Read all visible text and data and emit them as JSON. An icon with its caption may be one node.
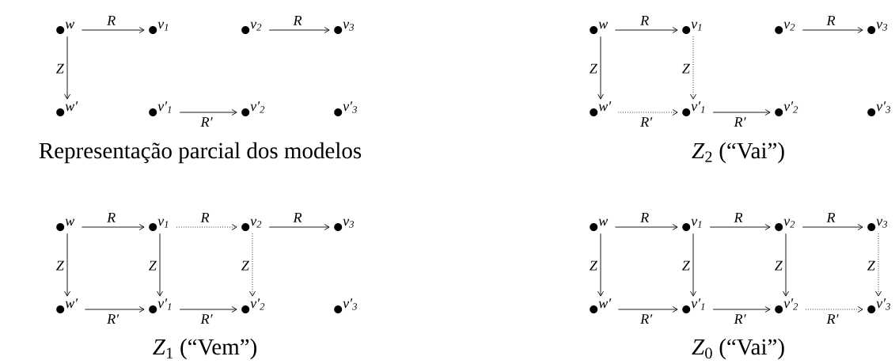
{
  "diagram": {
    "nodes": [
      {
        "text": [
          "w"
        ]
      },
      {
        "text": [
          "v$_{1}$"
        ]
      },
      {
        "text": [
          "v$_{2}$"
        ]
      },
      {
        "text": [
          "v$_{3}$"
        ]
      },
      {
        "text": [
          "w′"
        ]
      },
      {
        "text": [
          "v′$_{1}$"
        ]
      },
      {
        "text": [
          "v′$_{2}$"
        ]
      },
      {
        "text": [
          "v′$_{3}$"
        ]
      },
      {
        "text": [
          "w"
        ]
      },
      {
        "text": [
          "v$_{1}$"
        ]
      },
      {
        "text": [
          "v$_{2}$"
        ]
      },
      {
        "text": [
          "v$_{3}$"
        ]
      },
      {
        "text": [
          "w′"
        ]
      },
      {
        "text": [
          "v′$_{1}$"
        ]
      },
      {
        "text": [
          "v′$_{2}$"
        ]
      },
      {
        "text": [
          "v′$_{3}$"
        ]
      },
      {
        "text": [
          "w"
        ]
      },
      {
        "text": [
          "v$_{1}$"
        ]
      },
      {
        "text": [
          "v$_{2}$"
        ]
      },
      {
        "text": [
          "v$_{3}$"
        ]
      },
      {
        "text": [
          "w′"
        ]
      },
      {
        "text": [
          "v′$_{1}$"
        ]
      },
      {
        "text": [
          "v′$_{2}$"
        ]
      },
      {
        "text": [
          "v′$_{3}$"
        ]
      },
      {
        "text": [
          "w"
        ]
      },
      {
        "text": [
          "v$_{1}$"
        ]
      },
      {
        "text": [
          "v$_{2}$"
        ]
      },
      {
        "text": [
          "v$_{3}$"
        ]
      },
      {
        "text": [
          "w′"
        ]
      },
      {
        "text": [
          "v′$_{1}$"
        ]
      },
      {
        "text": [
          "v′$_{2}$"
        ]
      },
      {
        "text": [
          "v′$_{3}$"
        ]
      }
    ],
    "edges": [
      {
        "from": 0,
        "to": 1,
        "arrow": "to",
        "label": "R"
      },
      {
        "from": 2,
        "to": 3,
        "arrow": "to",
        "label": "R"
      },
      {
        "from": 0,
        "to": 4,
        "arrow": "to",
        "label": "Z"
      },
      {
        "from": 5,
        "to": 6,
        "arrow": "to",
        "label": "R′"
      },
      {
        "from": 8,
        "to": 9,
        "arrow": "to",
        "label": "R"
      },
      {
        "from": 10,
        "to": 11,
        "arrow": "to",
        "label": "R"
      },
      {
        "from": 8,
        "to": 12,
        "arrow": "to",
        "label": "Z"
      },
      {
        "from": 9,
        "to": 13,
        "arrow": "to",
        "label": "Z",
        "style": "dashed"
      },
      {
        "from": 12,
        "to": 13,
        "arrow": "to",
        "label": "R′",
        "style": "dashed"
      },
      {
        "from": 13,
        "to": 14,
        "arrow": "to",
        "label": "R′"
      },
      {
        "from": 16,
        "to": 17,
        "arrow": "to",
        "label": "R"
      },
      {
        "from": 17,
        "to": 18,
        "arrow": "to",
        "label": "R",
        "style": "dashed"
      },
      {
        "from": 18,
        "to": 19,
        "arrow": "to",
        "label": "R"
      },
      {
        "from": 16,
        "to": 20,
        "arrow": "to",
        "label": "Z"
      },
      {
        "from": 17,
        "to": 21,
        "arrow": "to",
        "label": "Z"
      },
      {
        "from": 18,
        "to": 22,
        "arrow": "to",
        "label": "Z",
        "style": "dashed"
      },
      {
        "from": 20,
        "to": 21,
        "arrow": "to",
        "label": "R′"
      },
      {
        "from": 21,
        "to": 22,
        "arrow": "to",
        "label": "R′"
      },
      {
        "from": 24,
        "to": 25,
        "arrow": "to",
        "label": "R"
      },
      {
        "from": 25,
        "to": 26,
        "arrow": "to",
        "label": "R"
      },
      {
        "from": 26,
        "to": 27,
        "arrow": "to",
        "label": "R"
      },
      {
        "from": 24,
        "to": 28,
        "arrow": "to",
        "label": "Z"
      },
      {
        "from": 25,
        "to": 29,
        "arrow": "to",
        "label": "Z"
      },
      {
        "from": 26,
        "to": 30,
        "arrow": "to",
        "label": "Z"
      },
      {
        "from": 27,
        "to": 31,
        "arrow": "to",
        "label": "Z",
        "style": "dashed"
      },
      {
        "from": 28,
        "to": 29,
        "arrow": "to",
        "label": "R′"
      },
      {
        "from": 29,
        "to": 30,
        "arrow": "to",
        "label": "R′"
      },
      {
        "from": 30,
        "to": 31,
        "arrow": "to",
        "label": "R′",
        "style": "dashed"
      }
    ],
    "labels": [
      "Representação parcial dos modelos",
      "*Z*$_{2}$ (“Vai”)",
      "*Z*$_{1}$ (“Vem”)",
      "*Z*$_{0}$ (“Vai”)"
    ]
  }
}
